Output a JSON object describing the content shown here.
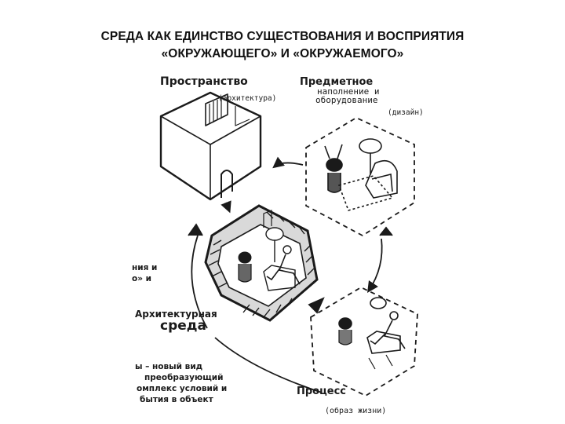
{
  "title": {
    "line1": "СРЕДА КАК ЕДИНСТВО СУЩЕСТВОВАНИЯ И ВОСПРИЯТИЯ",
    "line2": "«ОКРУЖАЮЩЕГО» И «ОКРУЖАЕМОГО»"
  },
  "nodes": {
    "space": {
      "label": "Пространство",
      "sub": "(архитектура)"
    },
    "objects": {
      "label_line1": "Предметное",
      "label_line2": "наполнение и",
      "label_line3": "оборудование",
      "sub": "(дизайн)"
    },
    "process": {
      "label": "Процесс",
      "sub": "(образ жизни)"
    },
    "center": {
      "label_line1": "Архитектурная",
      "label_line2": "среда"
    }
  },
  "left_fragments": {
    "line1": "ния и",
    "line2": "о»  и"
  },
  "bottom_text": {
    "line1": "ы  –  новый  вид",
    "line2": "преобразующий",
    "line3": "омплекс условий и",
    "line4": "бытия  в  объект"
  },
  "colors": {
    "ink": "#1a1a1a",
    "background": "#ffffff"
  }
}
